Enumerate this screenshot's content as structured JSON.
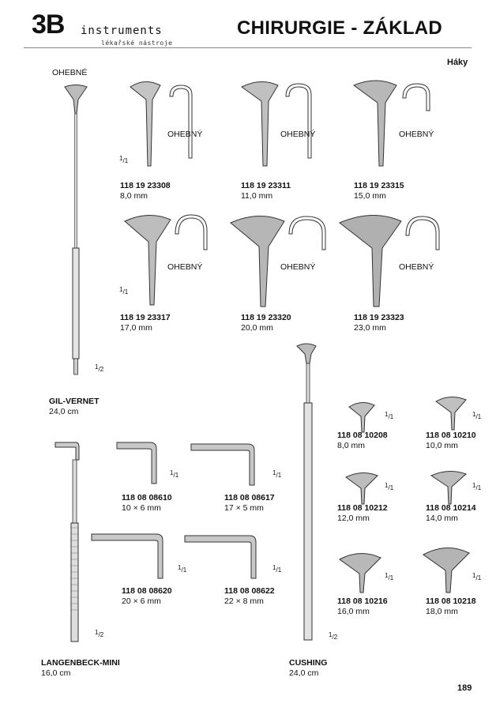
{
  "header": {
    "brand_mark": "3B",
    "brand_word": "instruments",
    "brand_sub": "lékařské nástroje",
    "title": "CHIRURGIE - ZÁKLAD",
    "section": "Háky"
  },
  "gil_vernet": {
    "top_label": "OHEBNÉ",
    "name": "GIL-VERNET",
    "length": "24,0 cm",
    "scale_num": "1",
    "scale_den": "2"
  },
  "gil_items": [
    {
      "code": "118 19 23308",
      "size": "8,0 mm",
      "note": "OHEBNÝ"
    },
    {
      "code": "118 19 23311",
      "size": "11,0 mm",
      "note": "OHEBNÝ"
    },
    {
      "code": "118 19 23315",
      "size": "15,0 mm",
      "note": "OHEBNÝ"
    },
    {
      "code": "118 19 23317",
      "size": "17,0 mm",
      "note": "OHEBNÝ"
    },
    {
      "code": "118 19 23320",
      "size": "20,0 mm",
      "note": "OHEBNÝ"
    },
    {
      "code": "118 19 23323",
      "size": "23,0 mm",
      "note": "OHEBNÝ"
    }
  ],
  "gil_scales": [
    {
      "num": "1",
      "den": "1"
    },
    {
      "num": "1",
      "den": "1"
    }
  ],
  "langenbeck": {
    "name": "LANGENBECK-MINI",
    "length": "16,0 cm",
    "scale_num": "1",
    "scale_den": "2"
  },
  "langenbeck_items": [
    {
      "code": "118 08 08610",
      "size": "10 × 6 mm",
      "scale_num": "1",
      "scale_den": "1"
    },
    {
      "code": "118 08 08617",
      "size": "17 × 5 mm",
      "scale_num": "1",
      "scale_den": "1"
    },
    {
      "code": "118 08 08620",
      "size": "20 × 6 mm",
      "scale_num": "1",
      "scale_den": "1"
    },
    {
      "code": "118 08 08622",
      "size": "22 × 8 mm",
      "scale_num": "1",
      "scale_den": "1"
    }
  ],
  "cushing": {
    "name": "CUSHING",
    "length": "24,0 cm",
    "scale_num": "1",
    "scale_den": "2"
  },
  "cushing_items": [
    {
      "code": "118 08 10208",
      "size": "8,0 mm",
      "scale_num": "1",
      "scale_den": "1"
    },
    {
      "code": "118 08 10210",
      "size": "10,0 mm",
      "scale_num": "1",
      "scale_den": "1"
    },
    {
      "code": "118 08 10212",
      "size": "12,0 mm",
      "scale_num": "1",
      "scale_den": "1"
    },
    {
      "code": "118 08 10214",
      "size": "14,0 mm",
      "scale_num": "1",
      "scale_den": "1"
    },
    {
      "code": "118 08 10216",
      "size": "16,0 mm",
      "scale_num": "1",
      "scale_den": "1"
    },
    {
      "code": "118 08 10218",
      "size": "18,0 mm",
      "scale_num": "1",
      "scale_den": "1"
    }
  ],
  "page_number": "189"
}
